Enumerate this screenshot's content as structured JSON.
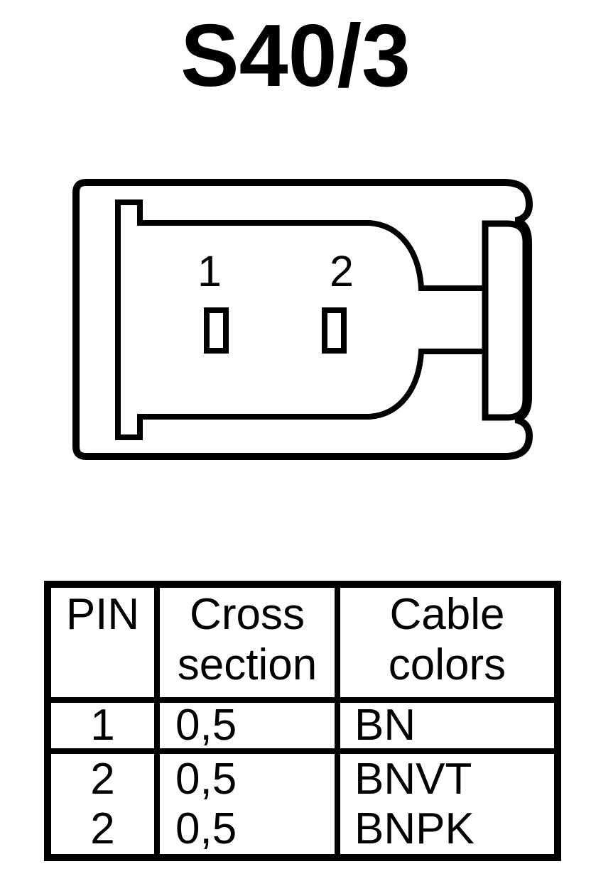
{
  "page": {
    "background_color": "#ffffff",
    "line_color": "#000000"
  },
  "title": "S40/3",
  "connector": {
    "pins": [
      {
        "label": "1"
      },
      {
        "label": "2"
      }
    ]
  },
  "table": {
    "headers": [
      {
        "lines": [
          "PIN",
          ""
        ]
      },
      {
        "lines": [
          "Cross",
          "section"
        ]
      },
      {
        "lines": [
          "Cable",
          "colors"
        ]
      }
    ],
    "rows": [
      {
        "pin": "1",
        "cross_section": "0,5",
        "cable_color": "BN"
      },
      {
        "pin": "2",
        "cross_section": "0,5",
        "cable_color": "BNVT"
      },
      {
        "pin": "2",
        "cross_section": "0,5",
        "cable_color": "BNPK"
      }
    ]
  }
}
